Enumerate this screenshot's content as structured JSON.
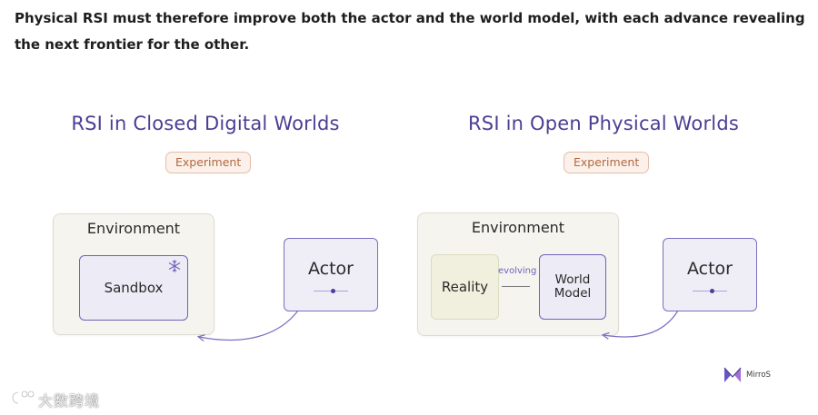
{
  "intro_text": "Physical RSI must therefore improve both the actor and the world model, with each advance revealing the next frontier for the other.",
  "left_panel": {
    "title": "RSI in Closed Digital Worlds",
    "badge": "Experiment",
    "environment_label": "Environment",
    "sandbox_label": "Sandbox",
    "sandbox_icon": "snowflake-icon",
    "actor_label": "Actor"
  },
  "right_panel": {
    "title": "RSI in Open Physical Worlds",
    "badge": "Experiment",
    "environment_label": "Environment",
    "reality_label": "Reality",
    "link_label": "evolving",
    "world_model_line1": "World",
    "world_model_line2": "Model",
    "actor_label": "Actor"
  },
  "logo": {
    "text": "MirroS",
    "icon": "mirros-logo-icon"
  },
  "watermark": {
    "text": "大数跨境",
    "icon": "watermark-logo-icon"
  },
  "colors": {
    "accent": "#4b3f93",
    "badge_text": "#b4683f",
    "arrow": "#7a6fc0"
  }
}
